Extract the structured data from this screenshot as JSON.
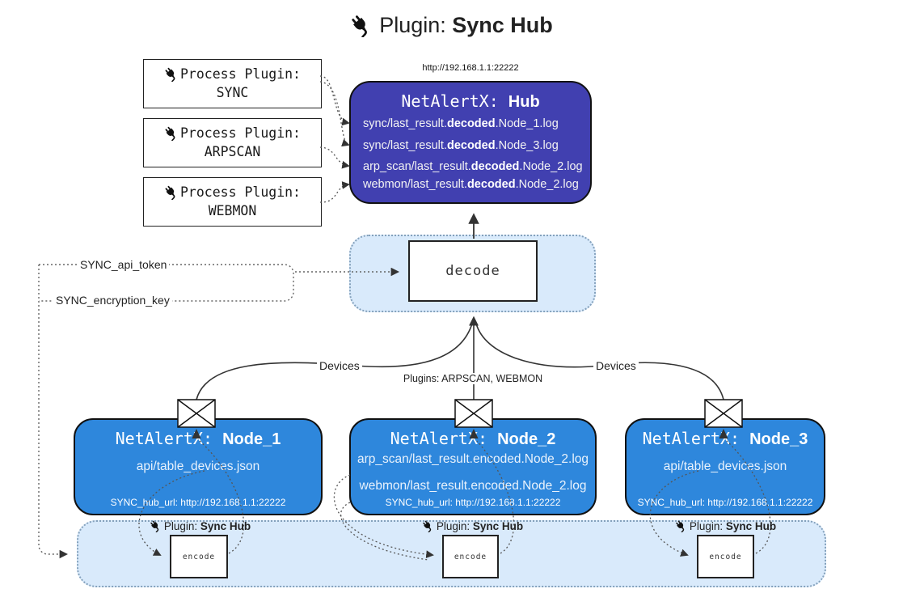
{
  "title": {
    "prefix": "Plugin: ",
    "name": "Sync Hub"
  },
  "process_plugins": [
    {
      "label": "Process Plugin:",
      "name": "SYNC"
    },
    {
      "label": "Process Plugin:",
      "name": "ARPSCAN"
    },
    {
      "label": "Process Plugin:",
      "name": "WEBMON"
    }
  ],
  "hub": {
    "url": "http://192.168.1.1:22222",
    "title_prefix": "NetAlertX: ",
    "title_name": "Hub",
    "log_lines": [
      {
        "pre": "sync/last_result.",
        "mid": "decoded",
        "post": ".Node_1.log"
      },
      {
        "pre": "sync/last_result.",
        "mid": "decoded",
        "post": ".Node_3.log"
      },
      {
        "pre": "arp_scan/last_result.",
        "mid": "decoded",
        "post": ".Node_2.log"
      },
      {
        "pre": "webmon/last_result.",
        "mid": "decoded",
        "post": ".Node_2.log"
      }
    ]
  },
  "decode_label": "decode",
  "secrets": {
    "api_token": "SYNC_api_token",
    "encryption_key": "SYNC_encryption_key"
  },
  "edges": {
    "devices_left": "Devices",
    "devices_right": "Devices",
    "plugins_middle": "Plugins: ARPSCAN, WEBMON"
  },
  "nodes": [
    {
      "title_prefix": "NetAlertX: ",
      "name": "Node_1",
      "lines": [
        "api/table_devices.json"
      ],
      "hub_url": "SYNC_hub_url: http://192.168.1.1:22222"
    },
    {
      "title_prefix": "NetAlertX: ",
      "name": "Node_2",
      "lines": [
        "arp_scan/last_result.encoded.Node_2.log",
        "webmon/last_result.encoded.Node_2.log"
      ],
      "hub_url": "SYNC_hub_url: http://192.168.1.1:22222"
    },
    {
      "title_prefix": "NetAlertX: ",
      "name": "Node_3",
      "lines": [
        "api/table_devices.json"
      ],
      "hub_url": "SYNC_hub_url: http://192.168.1.1:22222"
    }
  ],
  "encoders": [
    {
      "label_prefix": "Plugin: ",
      "label_name": "Sync Hub",
      "box_label": "encode"
    },
    {
      "label_prefix": "Plugin: ",
      "label_name": "Sync Hub",
      "box_label": "encode"
    },
    {
      "label_prefix": "Plugin: ",
      "label_name": "Sync Hub",
      "box_label": "encode"
    }
  ],
  "colors": {
    "hub_fill": "#4140b0",
    "node_fill": "#2e87dc",
    "panel_fill": "#d9eafb",
    "panel_border": "#84a1bc",
    "connector": "#333333",
    "box_text": "#ffffff"
  }
}
